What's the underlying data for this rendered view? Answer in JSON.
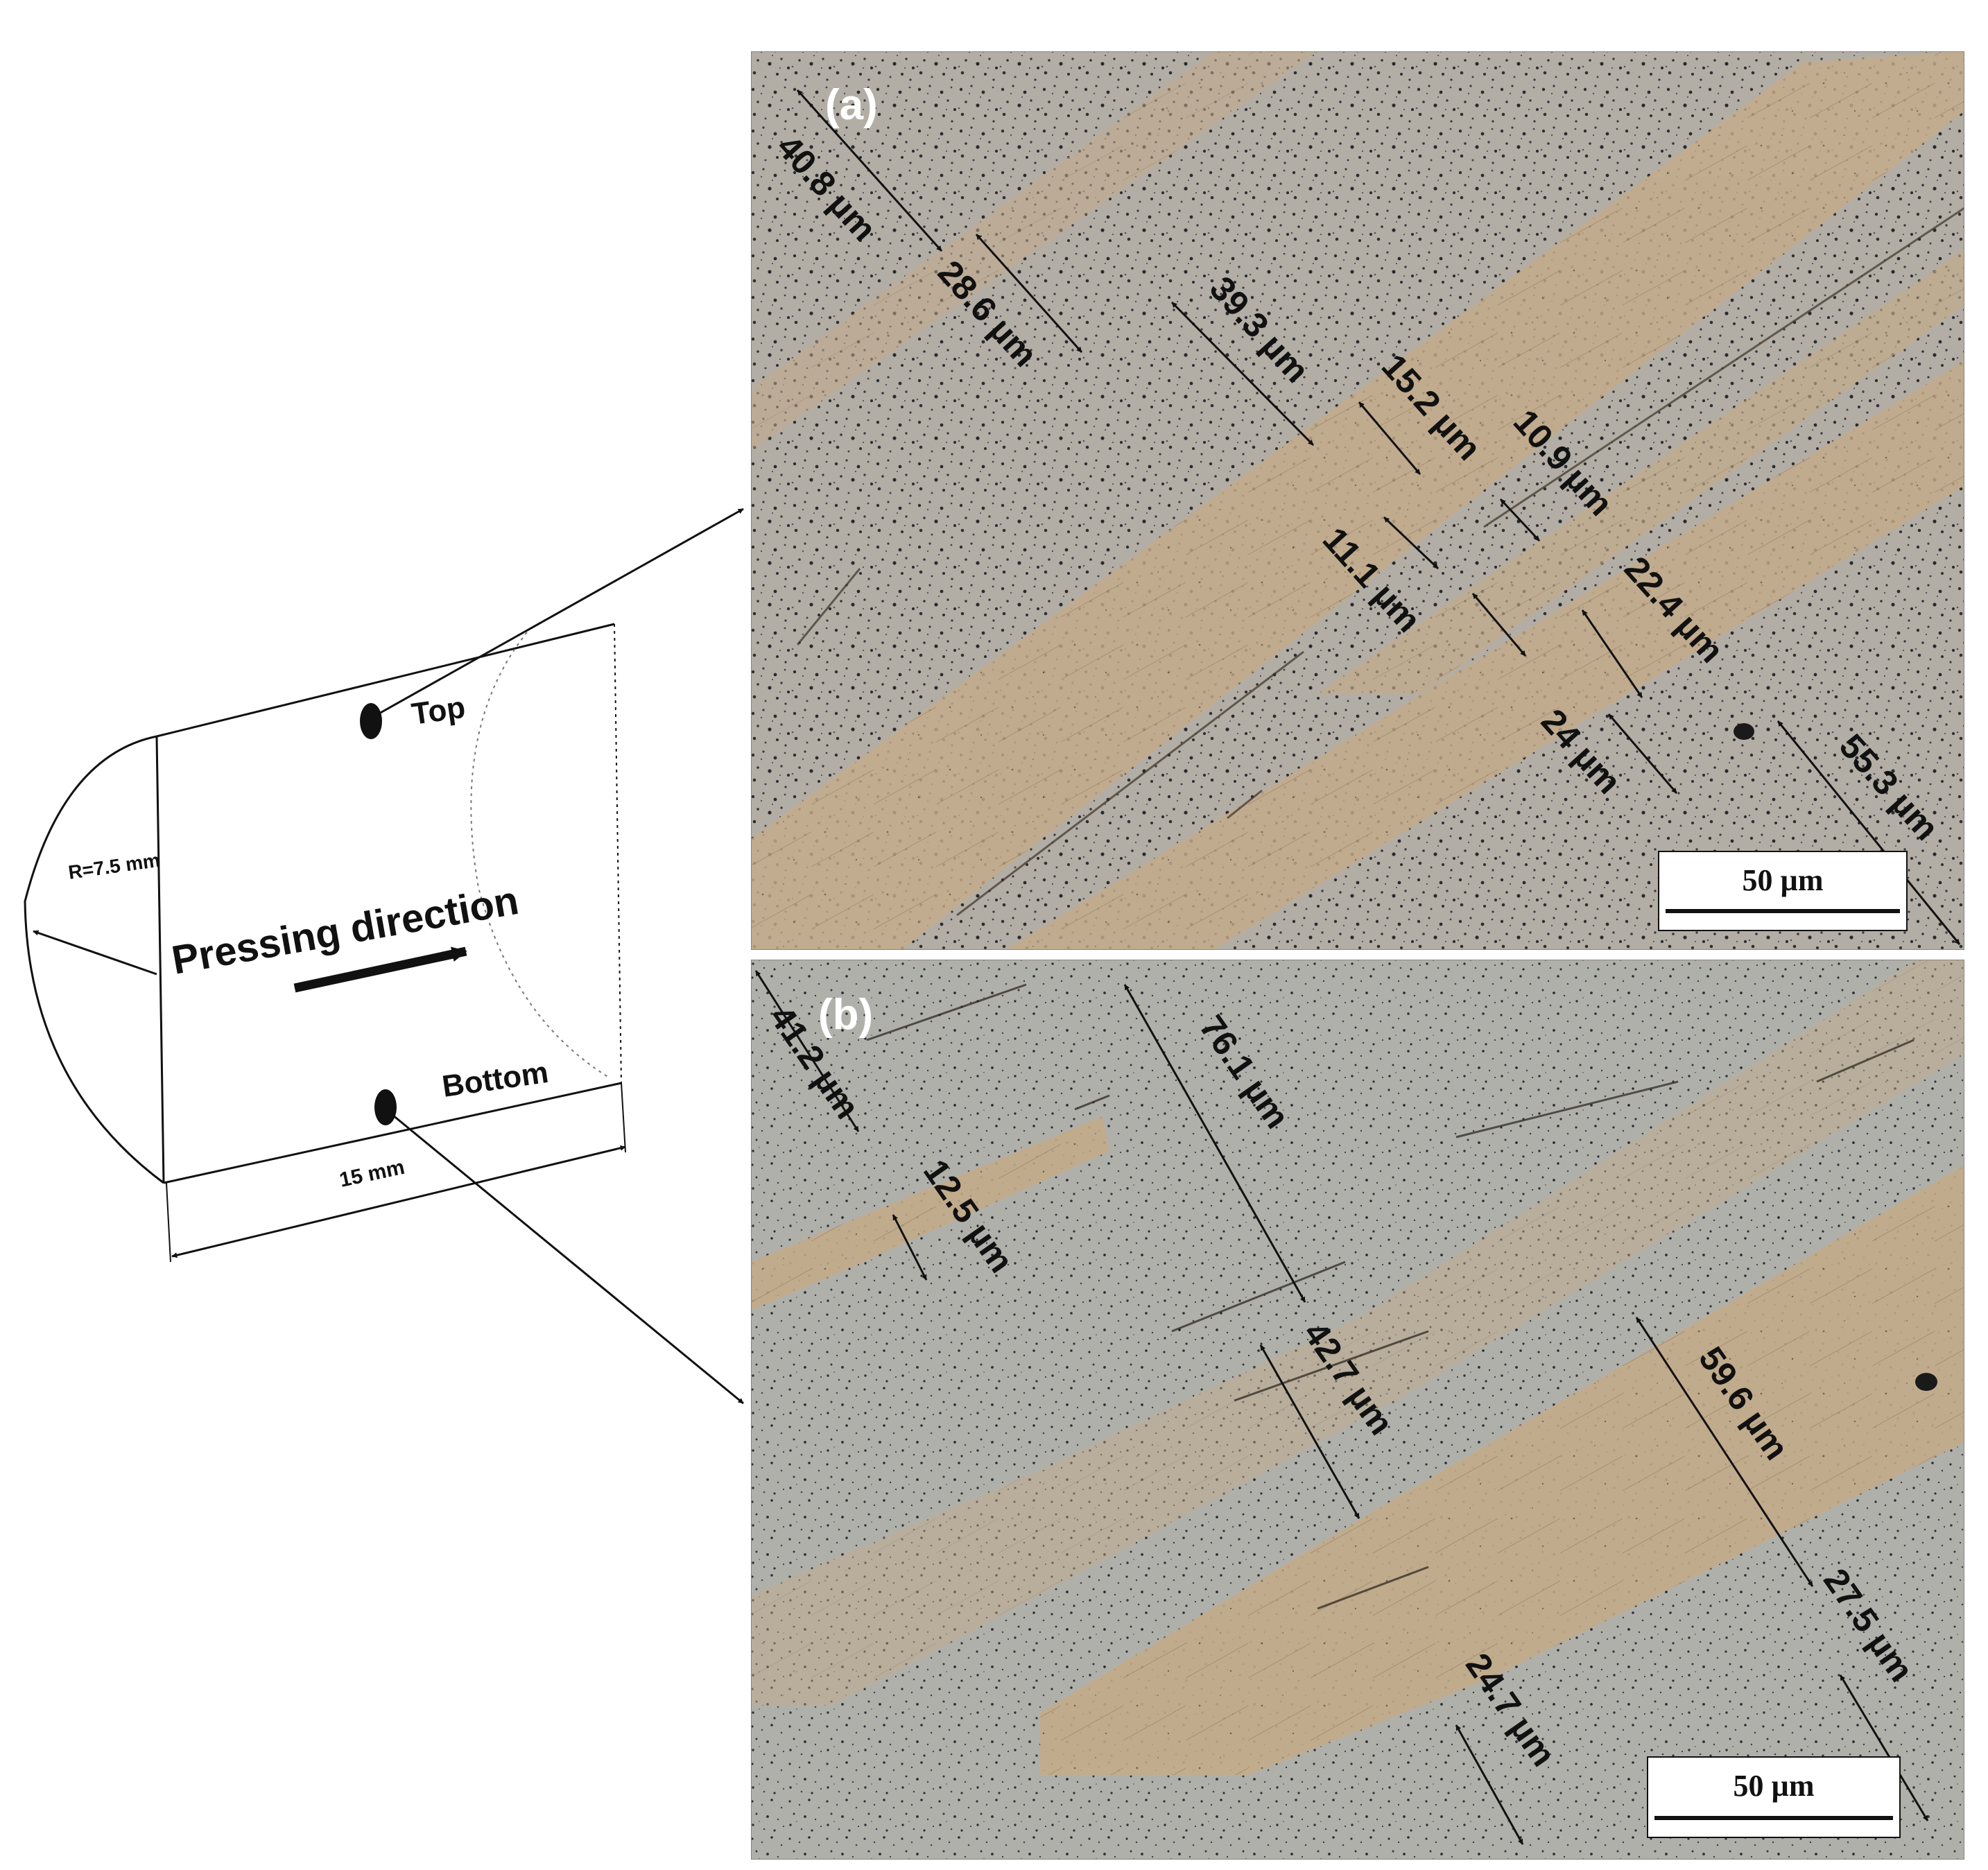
{
  "schematic": {
    "top_label": "Top",
    "bottom_label": "Bottom",
    "pressing_label": "Pressing direction",
    "radius_label": "R=7.5 mm",
    "width_label": "15 mm"
  },
  "panel_a": {
    "letter": "(a)",
    "scale_bar_label": "50 µm",
    "measurements": [
      "40.8 µm",
      "28.6 µm",
      "39.3 µm",
      "15.2 µm",
      "10.9 µm",
      "11.1 µm",
      "22.4 µm",
      "24 µm",
      "55.3 µm"
    ]
  },
  "panel_b": {
    "letter": "(b)",
    "scale_bar_label": "50 µm",
    "measurements": [
      "41.2 µm",
      "12.5 µm",
      "76.1 µm",
      "42.7 µm",
      "59.6 µm",
      "27.5 µm",
      "24.7 µm"
    ]
  },
  "colors": {
    "micrograph_base": "#a9a49a",
    "grain_band": "#c2a987",
    "dark_pit": "#2b2a2e",
    "ink": "#111111"
  }
}
